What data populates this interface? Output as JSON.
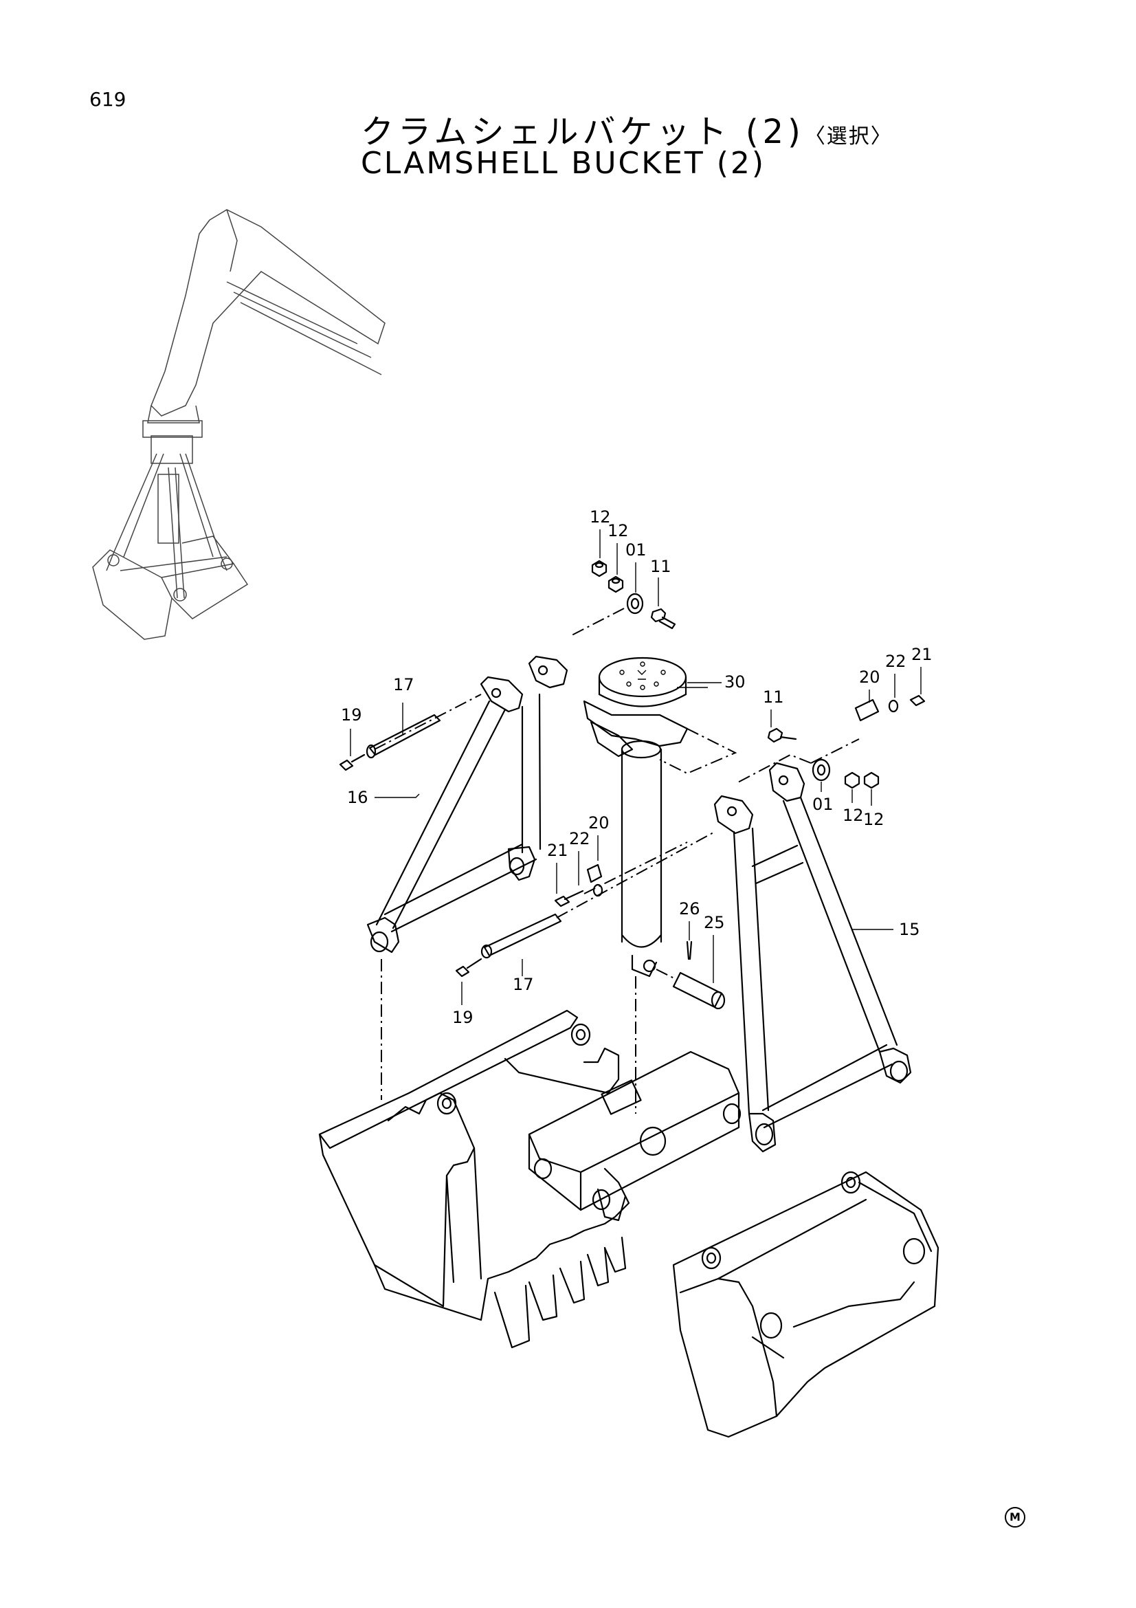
{
  "page": {
    "number": "619",
    "title_jp": "クラムシェルバケット (2)",
    "title_jp_option": "〈選択〉",
    "title_en": "CLAMSHELL BUCKET (2)",
    "corner_mark": "M"
  },
  "callouts": {
    "c12a": "12",
    "c12b": "12",
    "c01a": "01",
    "c11a": "11",
    "c30": "30",
    "c17a": "17",
    "c19a": "19",
    "c16": "16",
    "c11b": "11",
    "c20a": "20",
    "c22a": "22",
    "c21a": "21",
    "c01b": "01",
    "c12c": "12",
    "c12d": "12",
    "c20b": "20",
    "c22b": "22",
    "c21b": "21",
    "c26": "26",
    "c25": "25",
    "c15": "15",
    "c17b": "17",
    "c19b": "19"
  }
}
